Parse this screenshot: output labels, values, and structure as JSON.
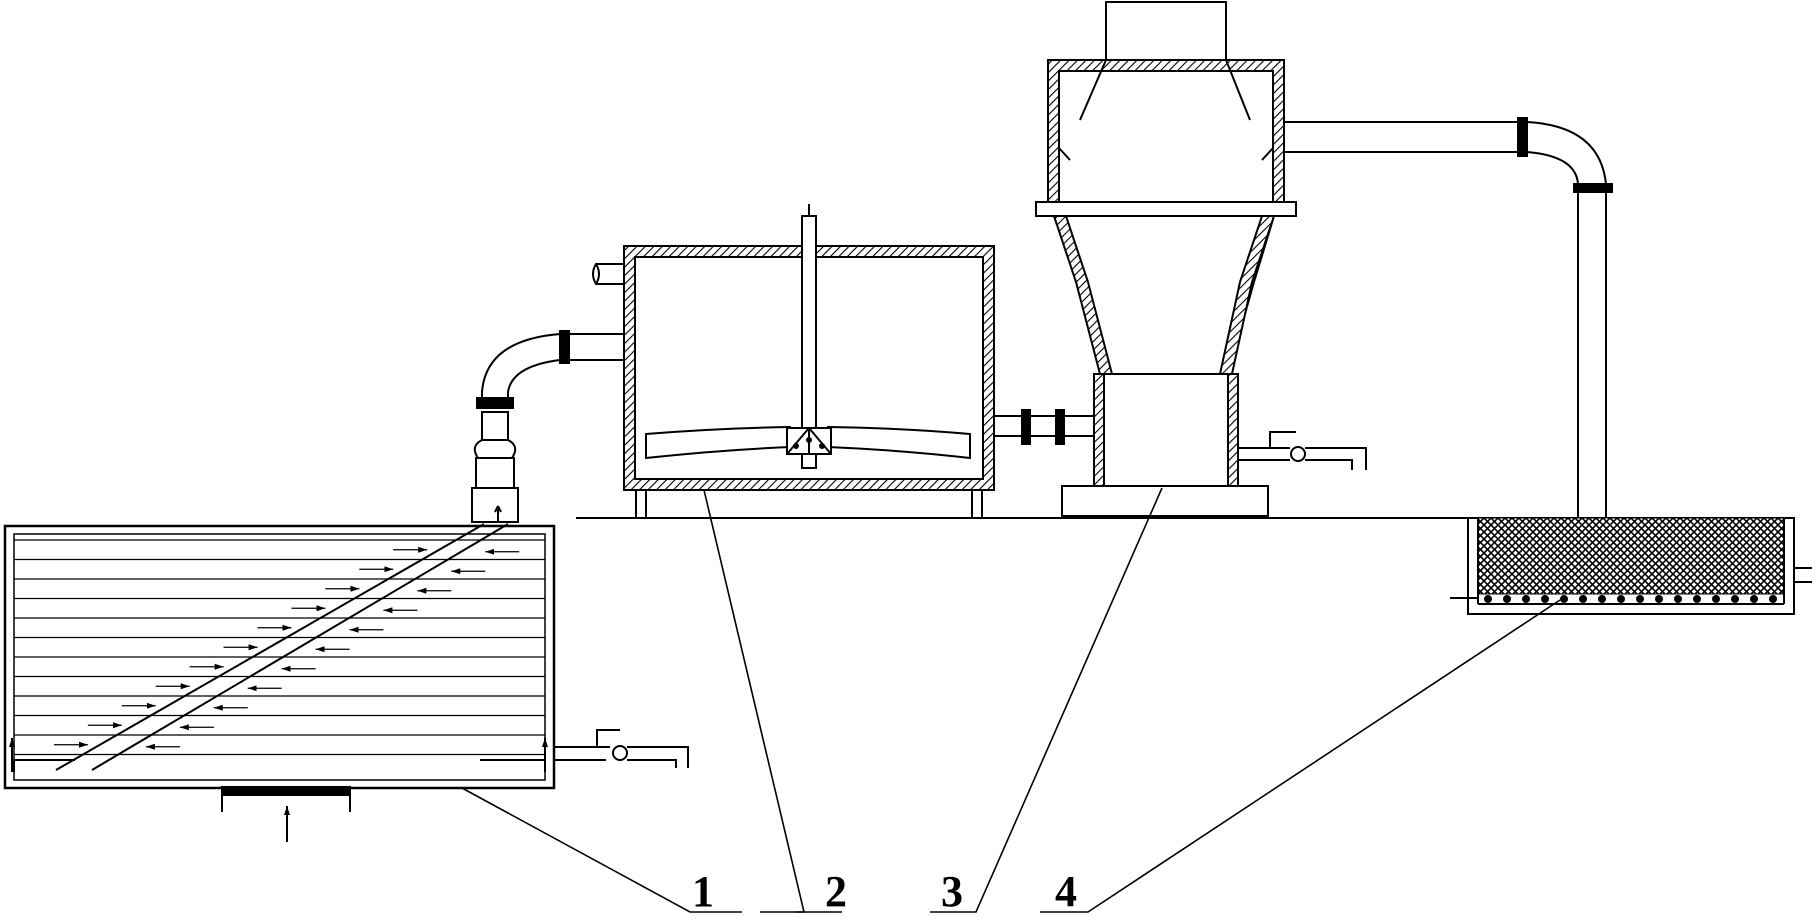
{
  "figure": {
    "callouts": [
      {
        "label": "1"
      },
      {
        "label": "2"
      },
      {
        "label": "3"
      },
      {
        "label": "4"
      }
    ]
  },
  "colors": {
    "ink": "#000000",
    "paper": "#ffffff"
  }
}
